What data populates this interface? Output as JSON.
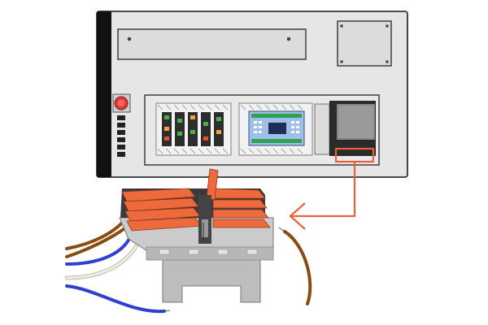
{
  "diagram": {
    "nodes": [
      {
        "id": "control-cabinet",
        "label": ""
      },
      {
        "id": "emergency-stop-button",
        "label": ""
      },
      {
        "id": "top-access-panel",
        "label": ""
      },
      {
        "id": "square-access-panel",
        "label": ""
      },
      {
        "id": "terminal-block-module",
        "label": ""
      },
      {
        "id": "controller-board",
        "label": ""
      },
      {
        "id": "power-supply-unit",
        "label": ""
      },
      {
        "id": "lever-wire-connector",
        "label": ""
      }
    ],
    "edges": [
      {
        "from": "power-supply-unit",
        "to": "lever-wire-connector",
        "style": "orange-elbow-arrow"
      }
    ]
  },
  "colors": {
    "cabinet": "#e6e6e6",
    "cabinet_edge": "#333333",
    "left_strip": "#111111",
    "estop": "#e53935",
    "connector_body": "#c4c4c4",
    "lever": "#ee6a3c",
    "lever_dark": "#3a3a3a",
    "arrow": "#e8603c",
    "wire_brown": "#8a4b12",
    "wire_blue": "#2f3fd0",
    "wire_white": "#eeeee0"
  }
}
